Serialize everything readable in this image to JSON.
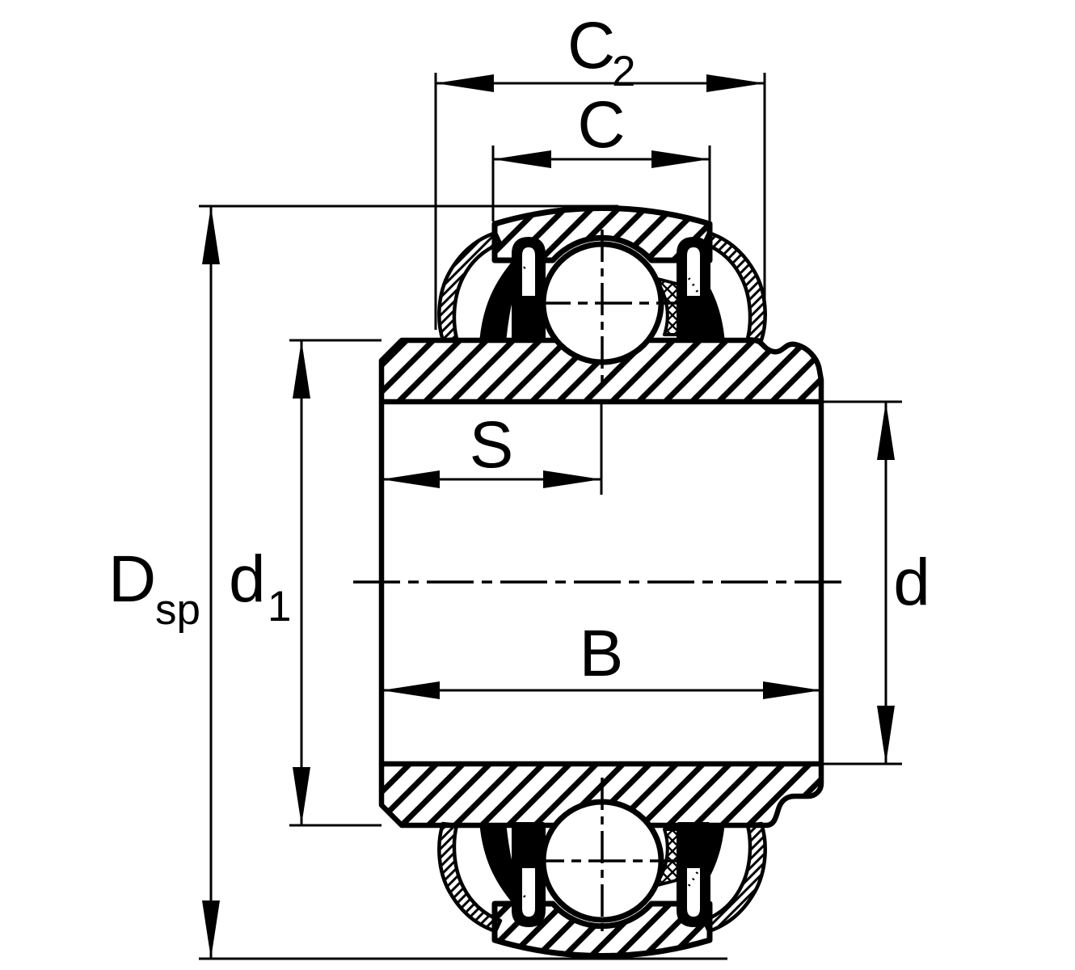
{
  "drawing": {
    "background": "#ffffff",
    "line_color": "#000000",
    "subject": "bearing cross-section dimension drawing",
    "labels": {
      "c2": {
        "main": "C",
        "sub": "2"
      },
      "c": {
        "main": "C"
      },
      "s": {
        "main": "S"
      },
      "b": {
        "main": "B"
      },
      "dsp": {
        "main": "D",
        "sub": "sp"
      },
      "d1": {
        "main": "d",
        "sub": "1"
      },
      "d": {
        "main": "d"
      }
    }
  }
}
